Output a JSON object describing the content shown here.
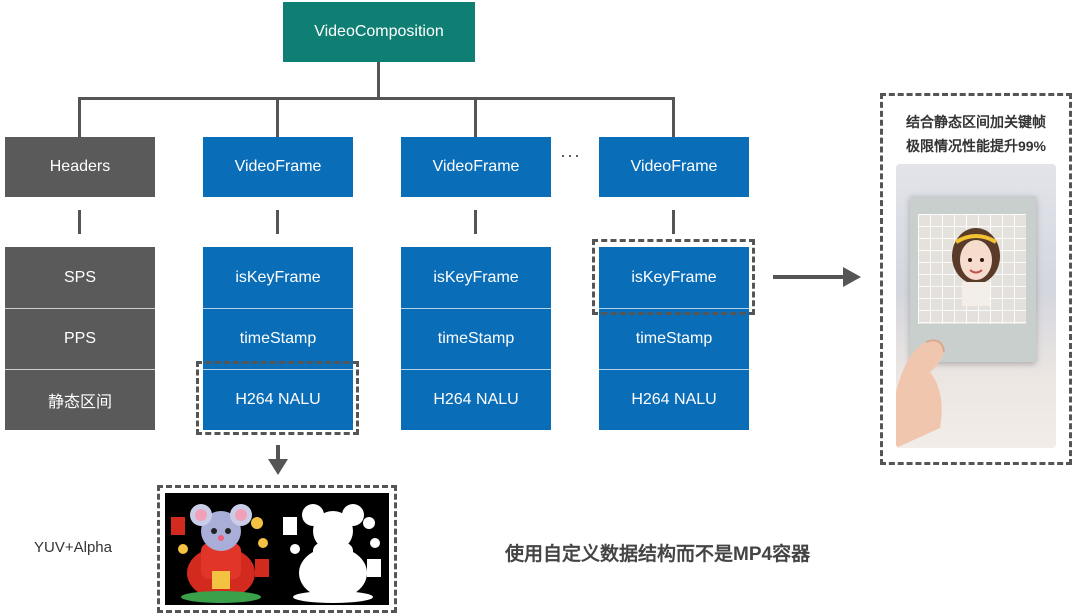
{
  "root": {
    "label": "VideoComposition"
  },
  "headers_column": {
    "title": "Headers",
    "rows": [
      "SPS",
      "PPS",
      "静态区间"
    ]
  },
  "frames": [
    {
      "title": "VideoFrame",
      "rows": [
        "isKeyFrame",
        "timeStamp",
        "H264 NALU"
      ]
    },
    {
      "title": "VideoFrame",
      "rows": [
        "isKeyFrame",
        "timeStamp",
        "H264 NALU"
      ]
    },
    {
      "title": "VideoFrame",
      "rows": [
        "isKeyFrame",
        "timeStamp",
        "H264 NALU"
      ]
    }
  ],
  "ellipsis": "···",
  "yuv_label": "YUV+Alpha",
  "caption": "使用自定义数据结构而不是MP4容器",
  "note": {
    "line1": "结合静态区间加关键帧",
    "line2": "极限情况性能提升99%"
  },
  "colors": {
    "root": "#0f7f74",
    "frame": "#0a6db8",
    "header": "#5a5a5a",
    "connector": "#555555"
  }
}
